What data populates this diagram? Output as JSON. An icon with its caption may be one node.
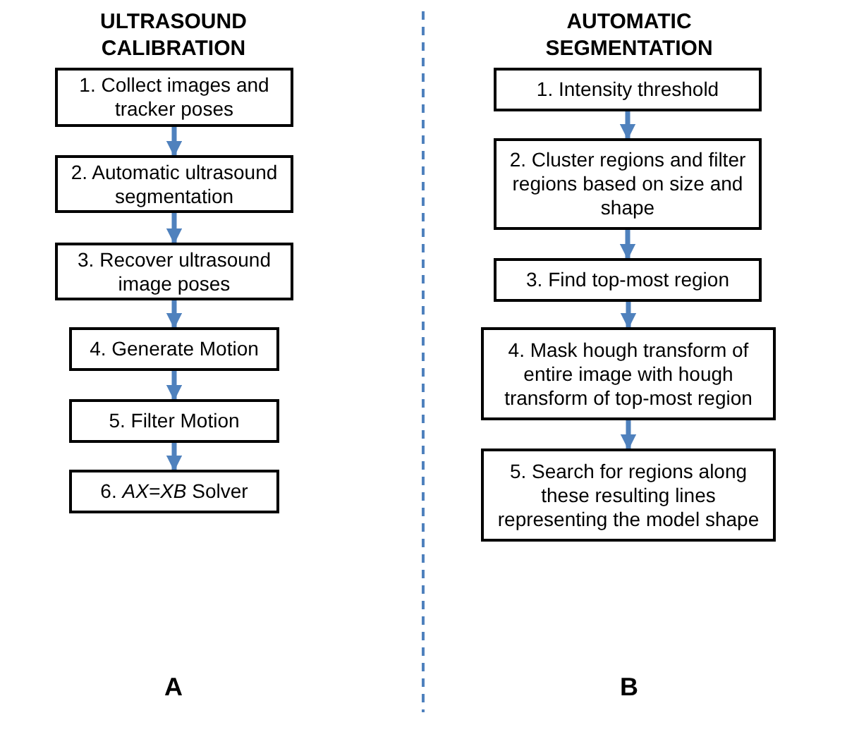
{
  "diagram": {
    "nodes": [
      {
        "text": [
          "1. Collect images and tracker poses"
        ]
      },
      {
        "text": [
          "2. Automatic ultrasound segmentation"
        ]
      },
      {
        "text": [
          "3. Recover ultrasound image poses"
        ]
      },
      {
        "text": [
          "4. Generate Motion"
        ]
      },
      {
        "text": [
          "5. Filter Motion"
        ]
      },
      {
        "text": [
          "6. *AX=XB* Solver"
        ]
      },
      {
        "text": [
          "1. Intensity threshold"
        ]
      },
      {
        "text": [
          "2. Cluster regions and filter regions based on size and shape"
        ]
      },
      {
        "text": [
          "3. Find top-most region"
        ]
      },
      {
        "text": [
          "4. Mask hough transform of entire image with hough transform of top-most region"
        ]
      },
      {
        "text": [
          "5. Search for regions along these resulting lines representing the model shape"
        ]
      }
    ],
    "edges": [
      {
        "from": 0,
        "to": 1,
        "arrow": "to"
      },
      {
        "from": 1,
        "to": 2,
        "arrow": "to"
      },
      {
        "from": 2,
        "to": 3,
        "arrow": "to"
      },
      {
        "from": 3,
        "to": 4,
        "arrow": "to"
      },
      {
        "from": 4,
        "to": 5,
        "arrow": "to"
      },
      {
        "from": 6,
        "to": 7,
        "arrow": "to"
      },
      {
        "from": 7,
        "to": 8,
        "arrow": "to"
      },
      {
        "from": 8,
        "to": 9,
        "arrow": "to"
      },
      {
        "from": 9,
        "to": 10,
        "arrow": "to"
      }
    ],
    "labels": [
      "ULTRASOUND CALIBRATION",
      "AUTOMATIC SEGMENTATION",
      "A",
      "B"
    ]
  }
}
